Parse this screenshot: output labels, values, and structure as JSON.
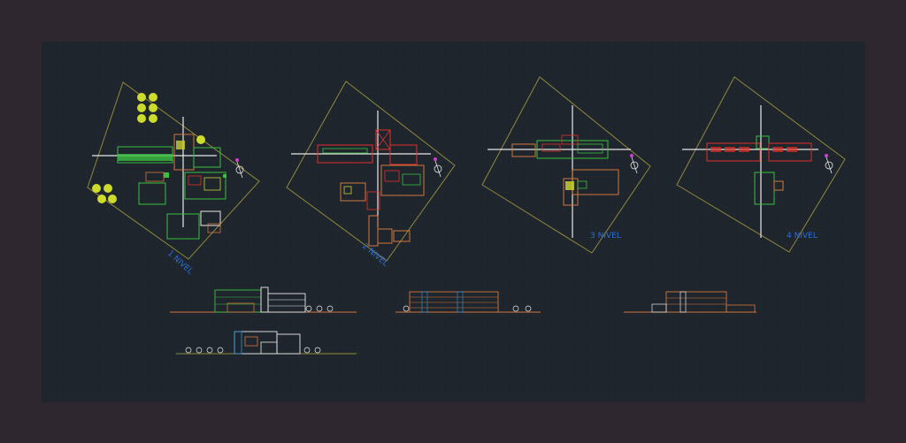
{
  "drawing": {
    "floor_labels": [
      "1 NIVEL",
      "2 NIVEL",
      "3 NIVEL",
      "4 NIVEL"
    ]
  },
  "colors": {
    "frame": "#2e2730",
    "canvas": "#1f252d",
    "site_boundary": "#8f8a3c",
    "axis_lines": "#e8e8e8",
    "walls_red": "#e0302a",
    "walls_orange": "#d2773a",
    "walls_green": "#39c040",
    "trees_yellow": "#cddc2a",
    "label_blue": "#2a6fd6",
    "north_arrow": "#d040d0"
  }
}
